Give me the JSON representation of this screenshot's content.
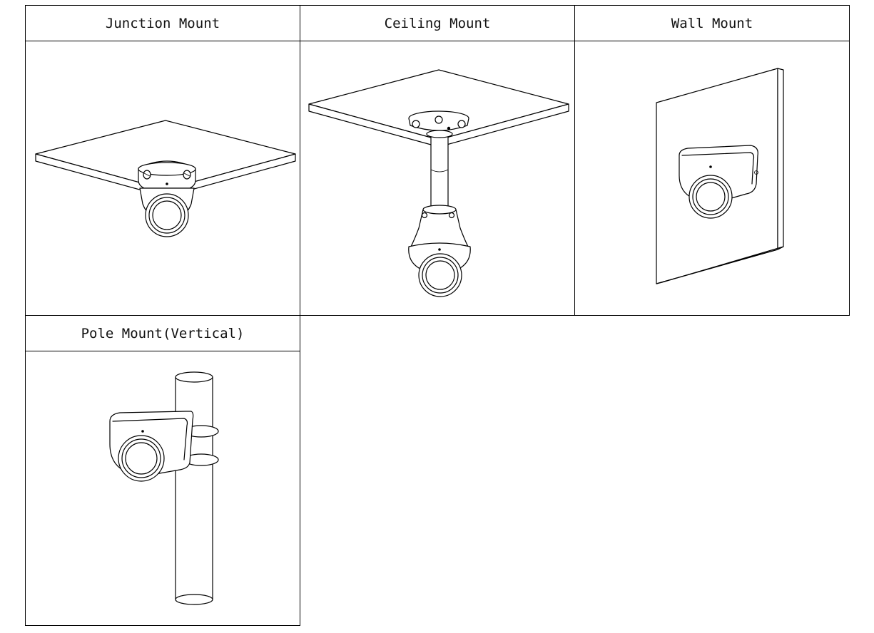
{
  "panels": [
    {
      "title": "Junction Mount",
      "illustration": "camera-junction-mount-icon"
    },
    {
      "title": "Ceiling Mount",
      "illustration": "camera-ceiling-mount-icon"
    },
    {
      "title": "Wall Mount",
      "illustration": "camera-wall-mount-icon"
    },
    {
      "title": "Pole Mount(Vertical)",
      "illustration": "camera-pole-mount-icon"
    }
  ]
}
